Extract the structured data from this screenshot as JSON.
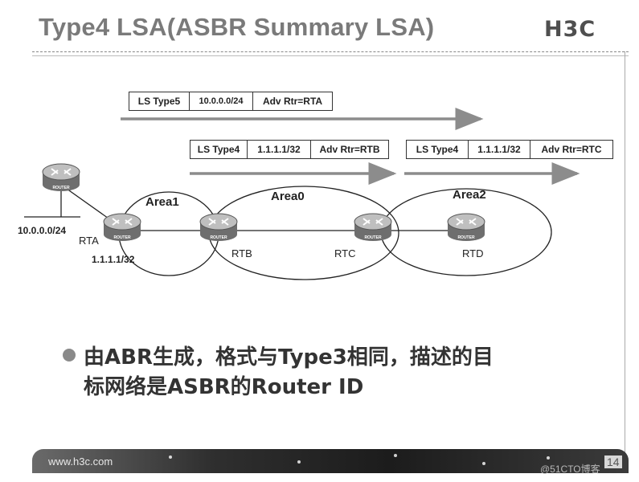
{
  "title": "Type4 LSA(ASBR Summary LSA)",
  "brand": "H3C",
  "lsa_type5": {
    "type": "LS Type5",
    "prefix": "10.0.0.0/24",
    "adv": "Adv Rtr=RTA"
  },
  "lsa_type4_rtb": {
    "type": "LS Type4",
    "prefix": "1.1.1.1/32",
    "adv": "Adv Rtr=RTB"
  },
  "lsa_type4_rtc": {
    "type": "LS Type4",
    "prefix": "1.1.1.1/32",
    "adv": "Adv Rtr=RTC"
  },
  "areas": {
    "area1": "Area1",
    "area0": "Area0",
    "area2": "Area2"
  },
  "routers": {
    "rta": "RTA",
    "rtb": "RTB",
    "rtc": "RTC",
    "rtd": "RTD",
    "icon_text": "ROUTER"
  },
  "network": {
    "external": "10.0.0.0/24",
    "asbr_id": "1.1.1.1/32"
  },
  "bullet": {
    "line1": "由ABR生成，格式与Type3相同，描述的目",
    "line2": "标网络是ASBR的Router ID"
  },
  "footer": {
    "url": "www.h3c.com",
    "page": "14",
    "watermark": "@51CTO博客"
  },
  "colors": {
    "router_fill": "#bfbfbf",
    "router_dark": "#6e6e6e",
    "arrow": "#8c8c8c",
    "title": "#7a7a7a"
  }
}
